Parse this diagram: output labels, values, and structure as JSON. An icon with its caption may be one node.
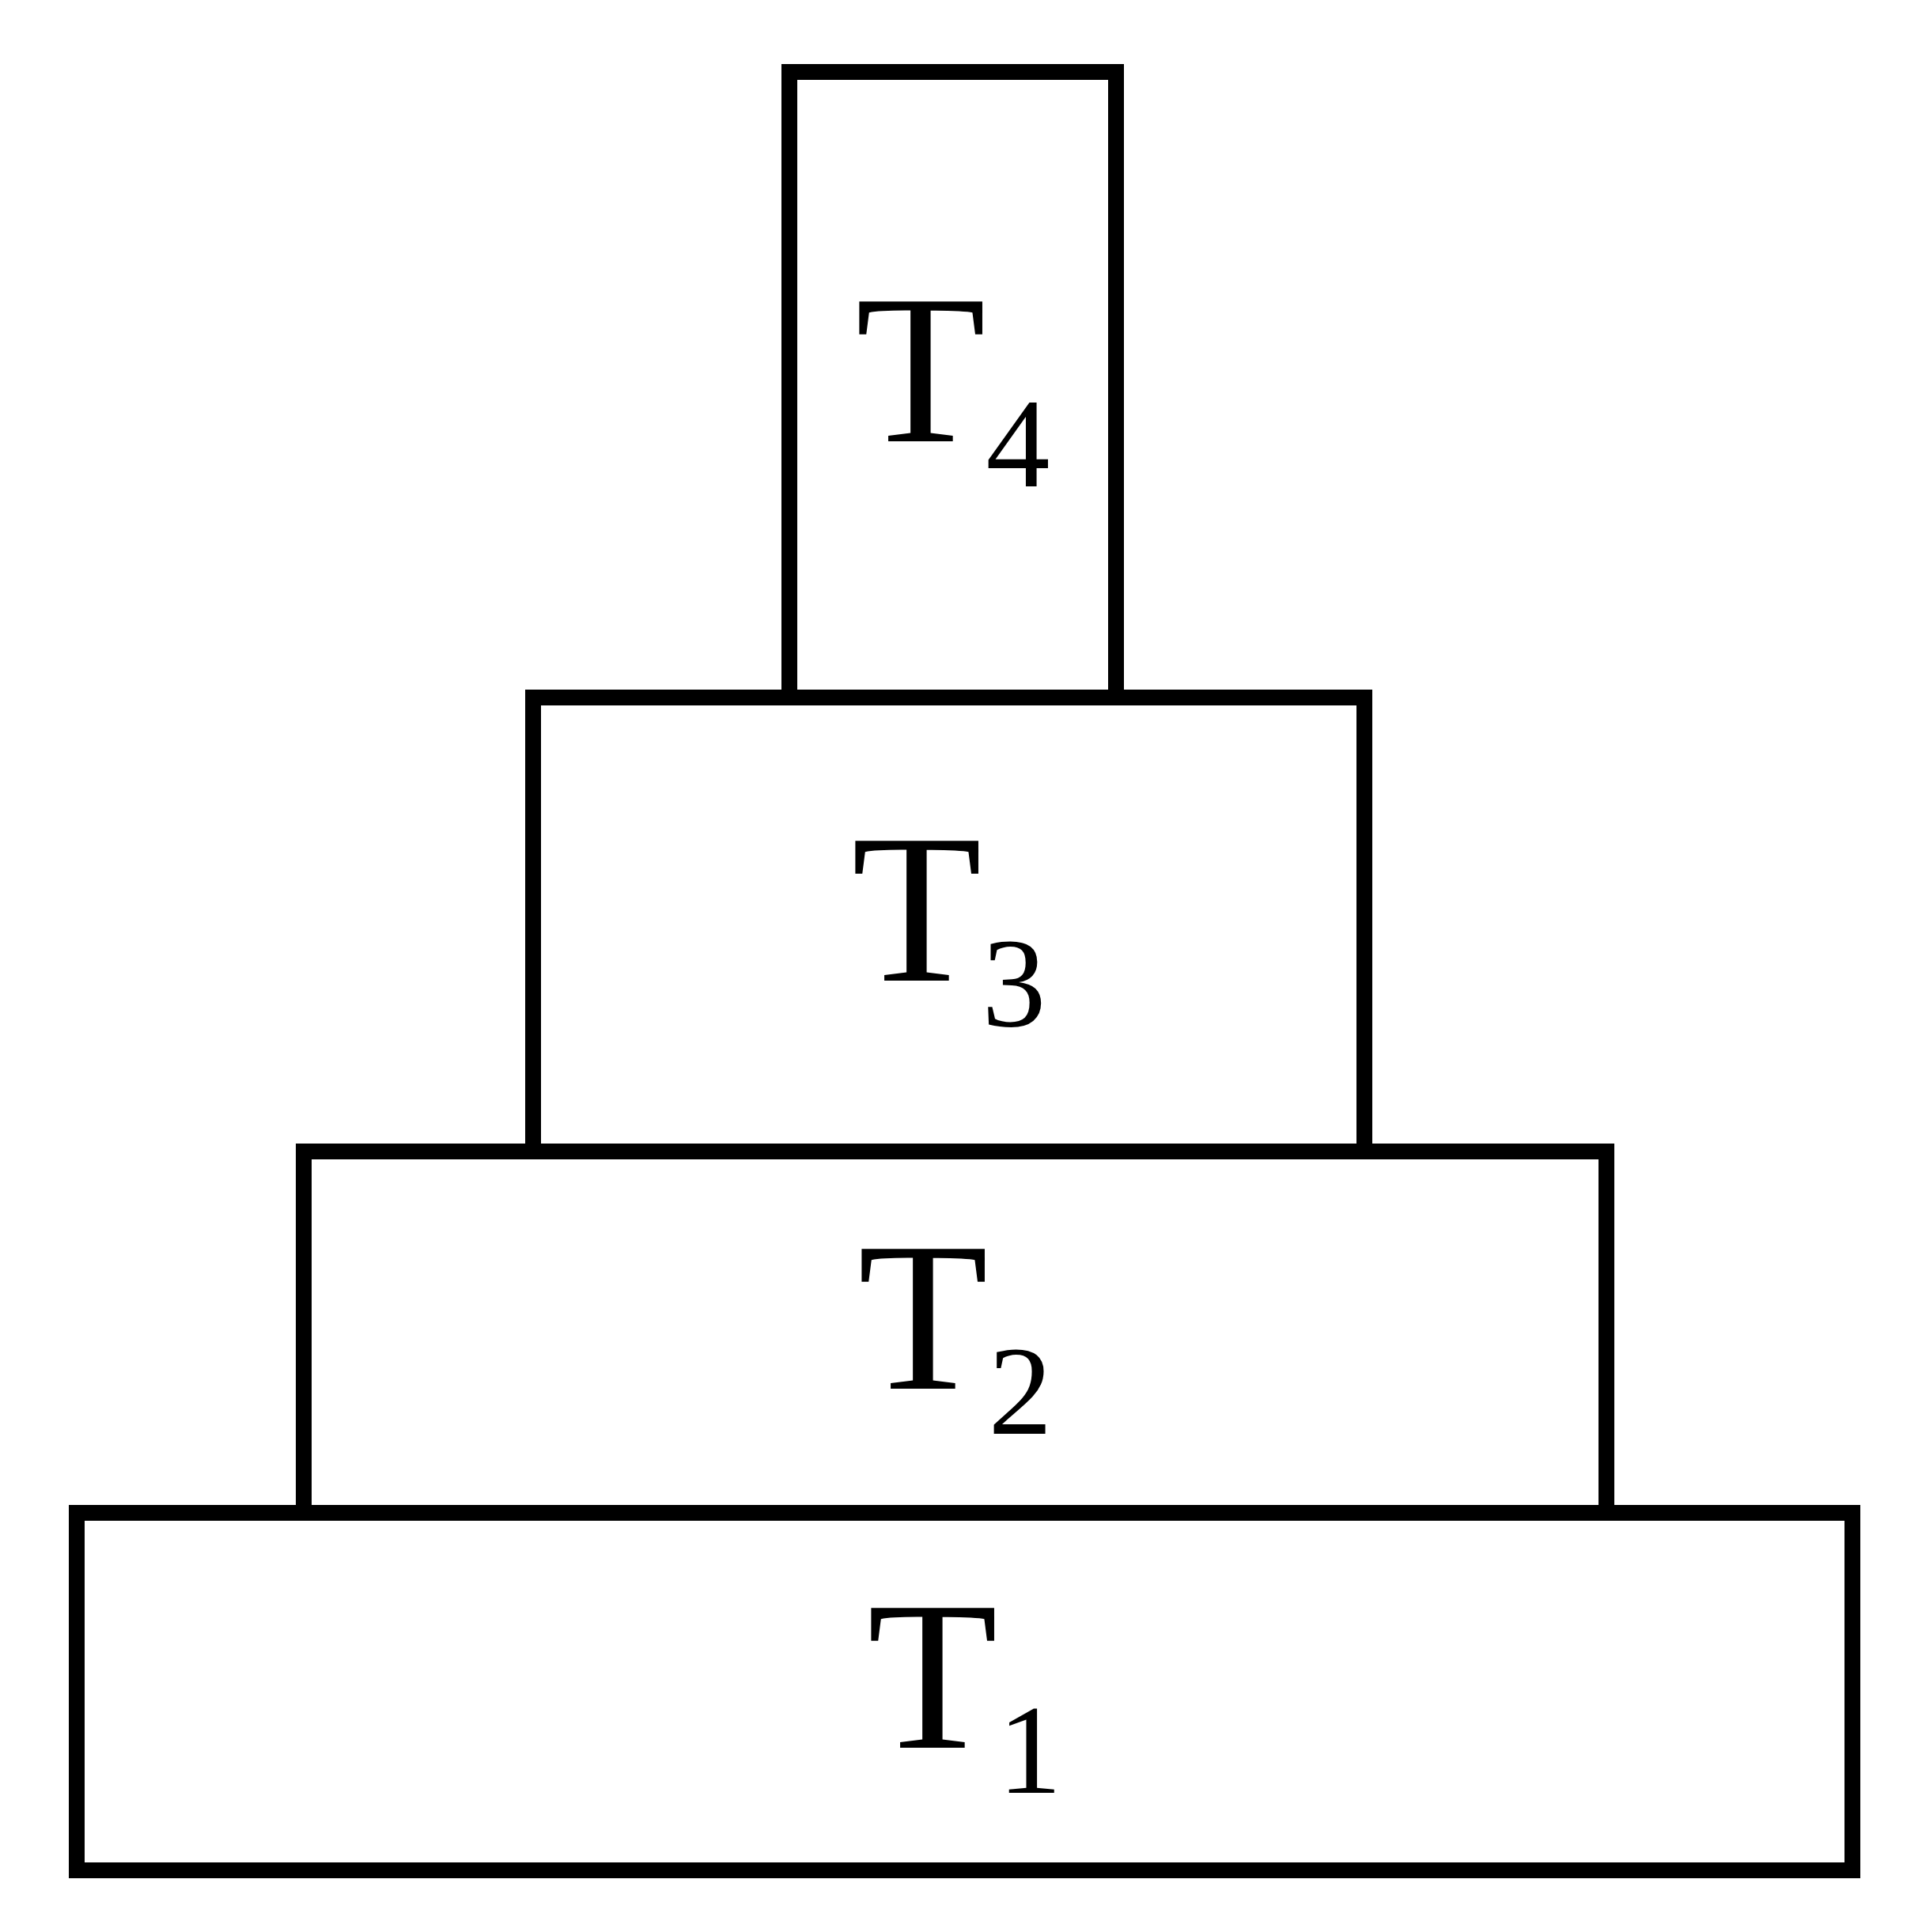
{
  "diagram": {
    "nodes": [
      {
        "text": [
          "T$_{4}$"
        ]
      },
      {
        "text": [
          "T$_{3}$"
        ]
      },
      {
        "text": [
          "T$_{2}$"
        ]
      },
      {
        "text": [
          "T$_{1}$"
        ]
      }
    ]
  }
}
